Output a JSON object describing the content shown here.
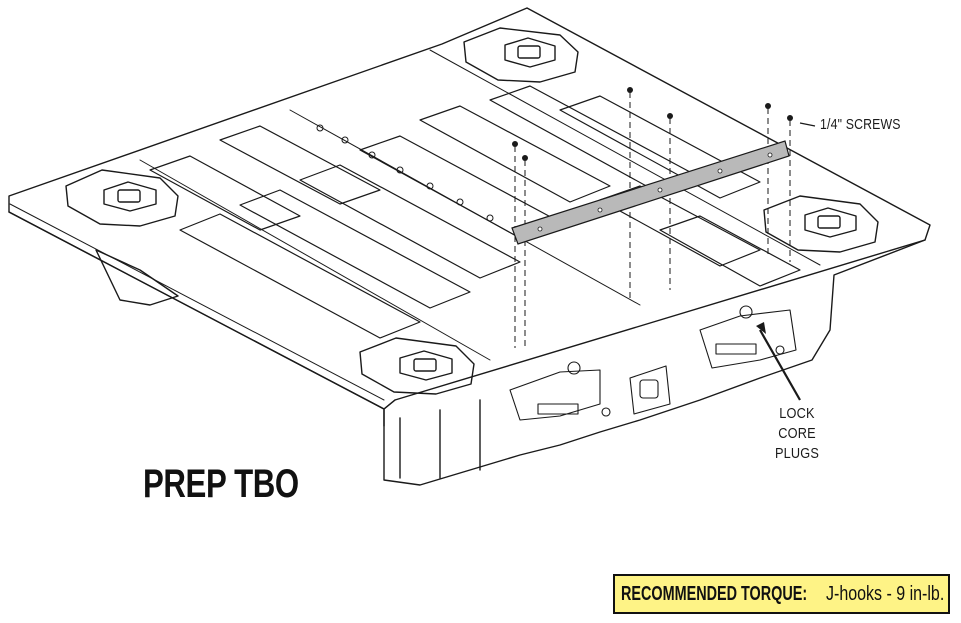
{
  "labels": {
    "screws": "1/4\" SCREWS",
    "lock_core_line1": "LOCK CORE",
    "lock_core_line2": "PLUGS",
    "title": "PREP TBO"
  },
  "torque": {
    "label": "RECOMMENDED TORQUE:",
    "value": "J-hooks - 9 in-lb."
  },
  "colors": {
    "line": "#1a1a1a",
    "rail_fill": "#b9b9b9",
    "torque_bg": "#fef386"
  }
}
